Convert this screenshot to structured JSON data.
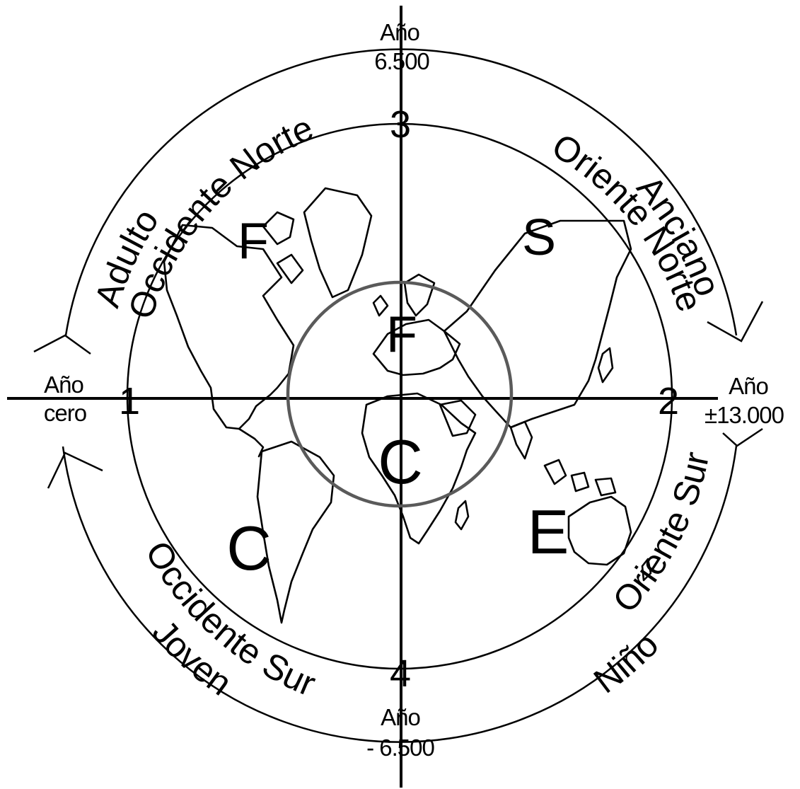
{
  "years": {
    "top": [
      "Año",
      "6.500"
    ],
    "left": [
      "Año",
      "cero"
    ],
    "right": [
      "Año",
      "±13.000"
    ],
    "bottom": [
      "Año",
      "- 6.500"
    ]
  },
  "numbers": {
    "n1": "1",
    "n2": "2",
    "n3": "3",
    "n4": "4"
  },
  "arc_labels": {
    "adulto": "Adulto",
    "occidente_norte": "Occidente Norte",
    "anciano": "Anciano",
    "oriente_norte": "Oriente Norte",
    "oriente_sur": "Oriente Sur",
    "nino": "Niño",
    "occidente_sur": "Occidente Sur",
    "joven": "Joven"
  },
  "quadrant_letters": {
    "north_west": "F",
    "north_east": "S",
    "south_west": "C",
    "south_east": "E",
    "inner_top": "F",
    "inner_bottom": "C"
  },
  "colors": {
    "lines": "#000000",
    "inner_circle": "#5a5a5a"
  }
}
